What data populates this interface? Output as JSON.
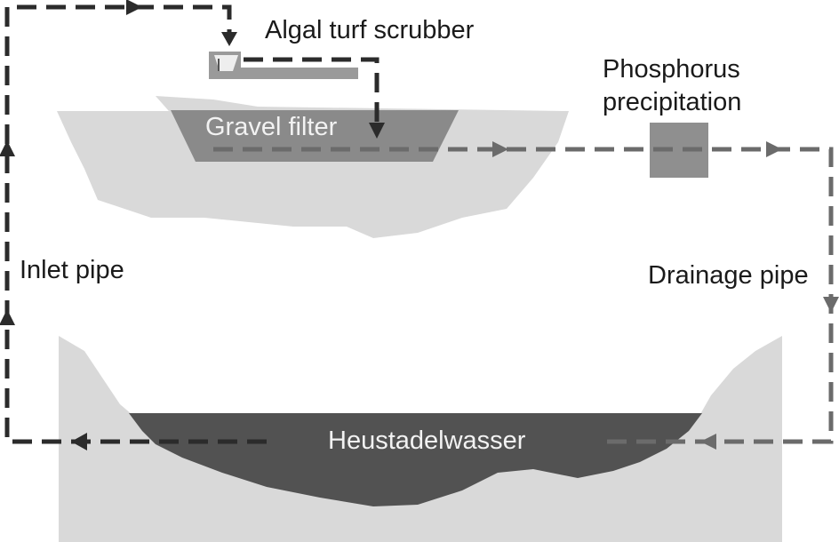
{
  "labels": {
    "algal_turf_scrubber": "Algal turf scrubber",
    "phosphorus_line1": "Phosphorus",
    "phosphorus_line2": "precipitation",
    "gravel_filter": "Gravel filter",
    "inlet_pipe": "Inlet pipe",
    "drainage_pipe": "Drainage pipe",
    "heustadelwasser": "Heustadelwasser"
  },
  "colors": {
    "ground": "#d9d9d9",
    "water": "#525252",
    "gravel": "#8a8a8a",
    "precipitation_box": "#8f8f8f",
    "pipe_dark": "#2b2b2b",
    "pipe_mid": "#6b6b6b"
  }
}
